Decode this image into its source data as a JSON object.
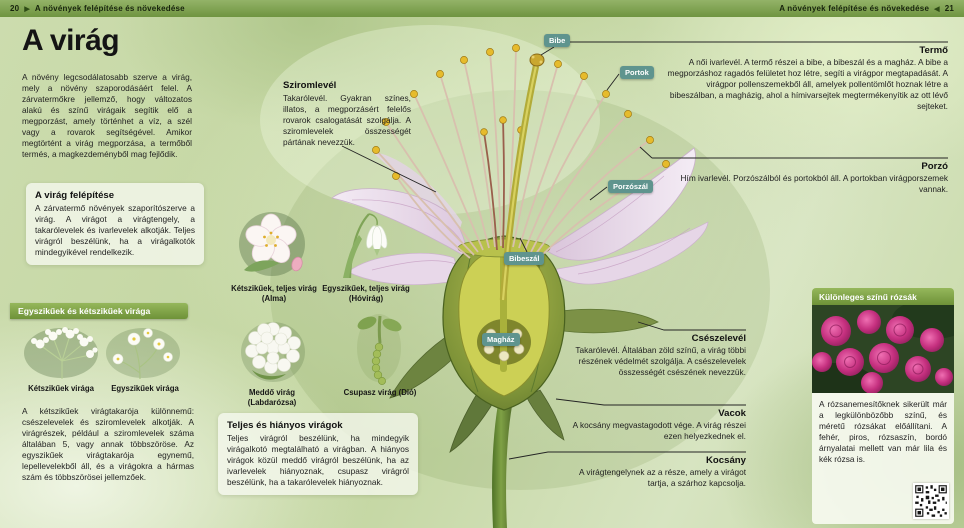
{
  "header": {
    "left_page": "20",
    "right_page": "21",
    "chapter": "A növények felépítése és növekedése",
    "arrow_right": "▶",
    "arrow_left": "◀"
  },
  "page_title": "A virág",
  "intro": "A növény legcsodálatosabb szerve a virág, mely a növény szaporodásáért felel. A zárvatermőkre jellemző, hogy változatos alakú és színű virágaik segítik elő a megporzást, amely történhet a víz, a szél vagy a rovarok segítségével. Amikor megtörtént a virág megporzása, a termőből termés, a magkezdeményből mag fejlődik.",
  "structure_box": {
    "title": "A virág felépítése",
    "body": "A zárvatermő növények szaporítószerve a virág. A virágot a virágtengely, a takarólevelek és ivarlevelek alkotják. Teljes virágról beszélünk, ha a virágalkotók mindegyikével rendelkezik."
  },
  "mono_dicot": {
    "title": "Egyszikűek és kétszikűek virága",
    "left_caption": "Kétszikűek virága",
    "right_caption": "Egyszikűek virága",
    "body": "A kétszikűek virágtakarója különnemű: csészelevelek és sziromlevelek alkotják. A virágrészek, például a sziromlevelek száma általában 5, vagy annak többszöröse. Az egyszikűek virágtakarója egynemű, lepellevelekből áll, és a virágokra a hármas szám és többszörösei jellemzőek."
  },
  "petal_block": {
    "title": "Sziromlevél",
    "body": "Takarólevél. Gyakran színes, illatos, a megporzásért felelős rovarok csalogatását szolgálja. A sziromlevelek összességét pártának nevezzük."
  },
  "specimens": [
    {
      "caption": "Kétszikűek, teljes virág (Alma)"
    },
    {
      "caption": "Egyszikűek, teljes virág (Hóvirág)"
    },
    {
      "caption": "Meddő virág (Labdarózsa)"
    },
    {
      "caption": "Csupasz virág (Dió)"
    }
  ],
  "complete_box": {
    "title": "Teljes és hiányos virágok",
    "body": "Teljes virágról beszélünk, ha mindegyik virágalkotó megtalálható a virágban. A hiányos virágok közül meddő virágról beszélünk, ha az ivarlevelek hiányoznak, csupasz virágról beszélünk, ha a takarólevelek hiányoznak."
  },
  "diagram_tags": {
    "bibe": "Bibe",
    "portok": "Portok",
    "porzoszal": "Porzószál",
    "bibeszal": "Bibeszál",
    "maghaz": "Magház"
  },
  "right_blocks": [
    {
      "title": "Termő",
      "body": "A női ivarlevél. A termő részei a bibe, a bibeszál és a magház. A bibe a megporzáshoz ragadós felületet hoz létre, segíti a virágpor megtapadását. A virágpor pollenszemekből áll, amelyek pollentömlőt hoznak létre a bibeszálban, a magházig, ahol a hímivarsejtek megtermékenyítik az ott lévő sejteket."
    },
    {
      "title": "Porzó",
      "body": "Hím ivarlevél. Porzószálból és portokból áll. A portokban virágporszemek vannak."
    },
    {
      "title": "Csészelevél",
      "body": "Takarólevél. Általában zöld színű, a virág többi részének védelmét szolgálja. A csészelevelek összességét csészének nevezzük."
    },
    {
      "title": "Vacok",
      "body": "A kocsány megvastagodott vége. A virág részei ezen helyezkednek el."
    },
    {
      "title": "Kocsány",
      "body": "A virágtengelynek az a része, amely a virágot tartja, a szárhoz kapcsolja."
    }
  ],
  "roses_box": {
    "title": "Különleges színű rózsák",
    "body": "A rózsanemesítőknek sikerült már a legkülönbözőbb színű, és méretű rózsákat előállítani. A fehér, piros, rózsaszín, bordó árnyalatai mellett van már lila és kék rózsa is."
  },
  "colors": {
    "header_green": "#7ba04a",
    "section_green": "#7fa648",
    "tag_teal": "#5f948e",
    "rose_pink": "#c5307f"
  }
}
